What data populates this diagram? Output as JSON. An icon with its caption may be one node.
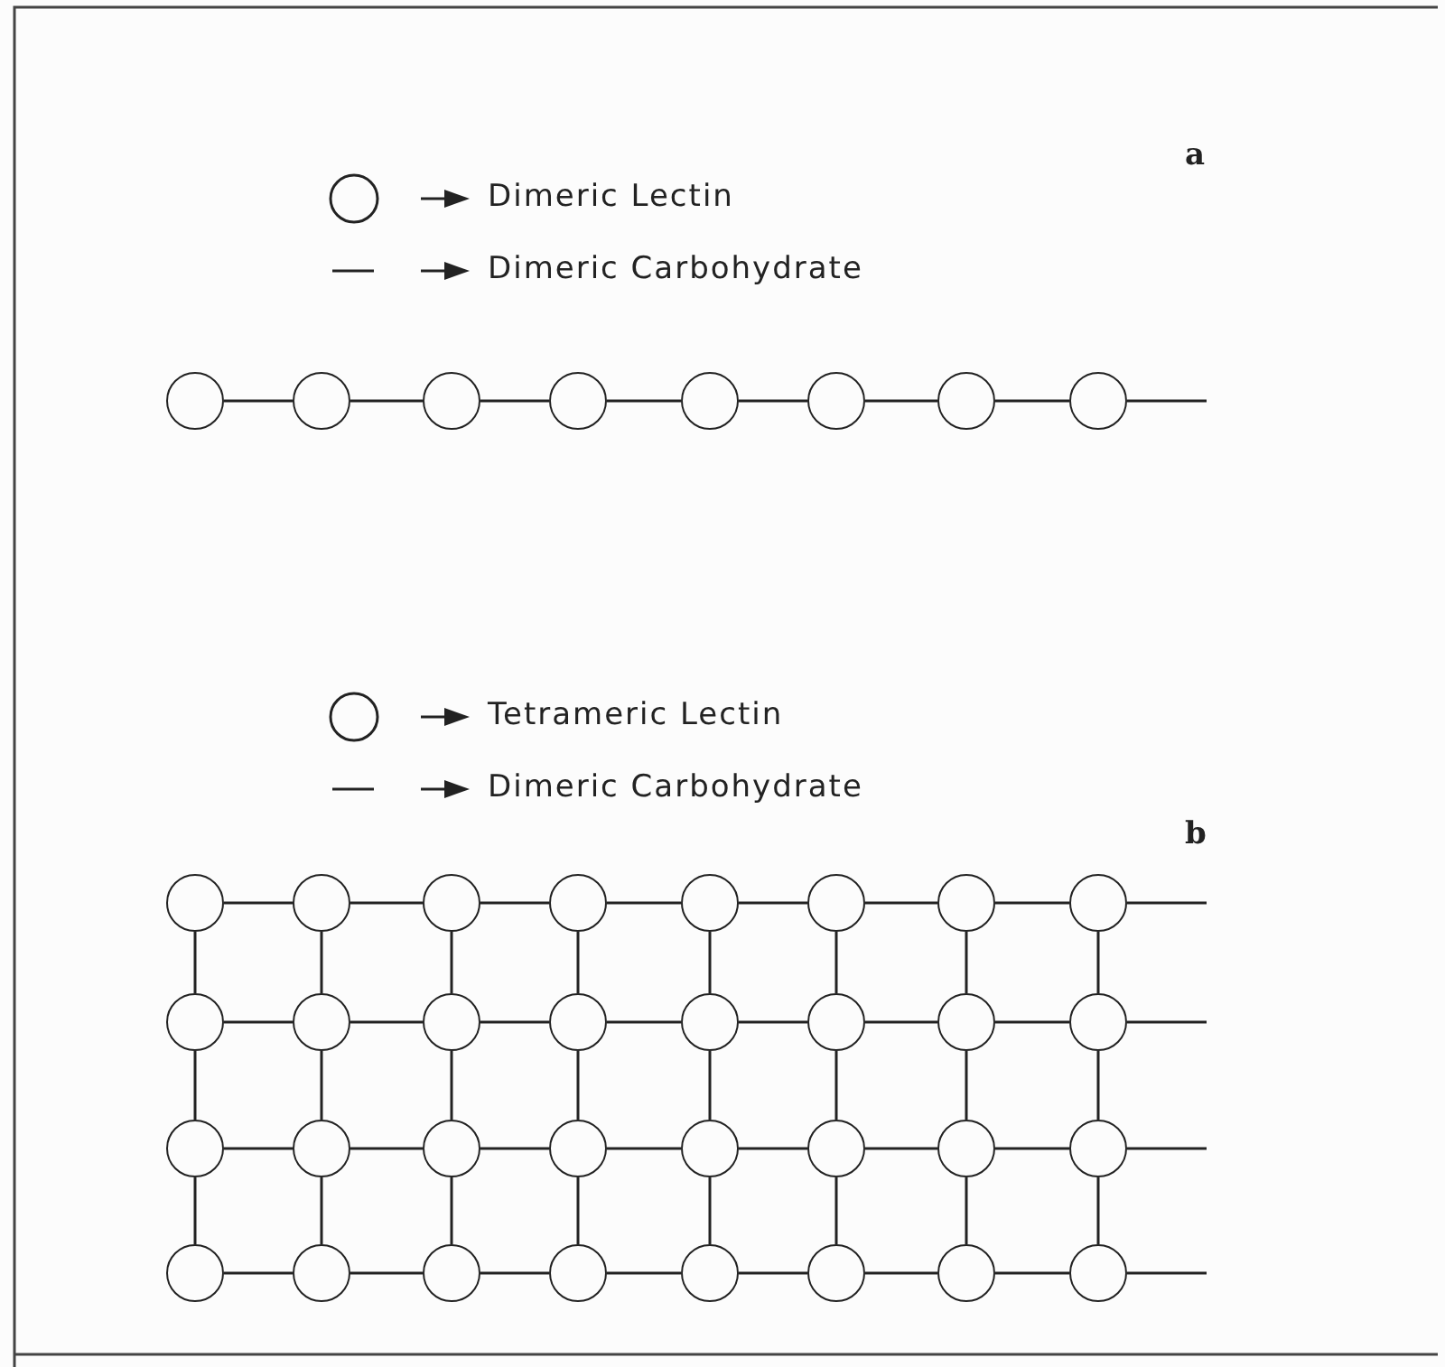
{
  "diagram": {
    "nodes": [
      {
        "text": [],
        "shape": "circle"
      },
      {
        "text": [],
        "shape": "circle"
      },
      {
        "text": [],
        "shape": "circle"
      },
      {
        "text": [],
        "shape": "circle"
      },
      {
        "text": [],
        "shape": "circle"
      },
      {
        "text": [],
        "shape": "circle"
      },
      {
        "text": [],
        "shape": "circle"
      },
      {
        "text": [],
        "shape": "circle"
      },
      {
        "text": [],
        "shape": "circle"
      },
      {
        "text": [],
        "shape": "circle"
      },
      {
        "text": [],
        "shape": "circle"
      },
      {
        "text": [],
        "shape": "circle"
      },
      {
        "text": [],
        "shape": "circle"
      },
      {
        "text": [],
        "shape": "circle"
      },
      {
        "text": [],
        "shape": "circle"
      },
      {
        "text": [],
        "shape": "circle"
      },
      {
        "text": [],
        "shape": "circle"
      },
      {
        "text": [],
        "shape": "circle"
      },
      {
        "text": [],
        "shape": "circle"
      },
      {
        "text": [],
        "shape": "circle"
      },
      {
        "text": [],
        "shape": "circle"
      },
      {
        "text": [],
        "shape": "circle"
      },
      {
        "text": [],
        "shape": "circle"
      },
      {
        "text": [],
        "shape": "circle"
      },
      {
        "text": [],
        "shape": "circle"
      },
      {
        "text": [],
        "shape": "circle"
      },
      {
        "text": [],
        "shape": "circle"
      },
      {
        "text": [],
        "shape": "circle"
      },
      {
        "text": [],
        "shape": "circle"
      },
      {
        "text": [],
        "shape": "circle"
      },
      {
        "text": [],
        "shape": "circle"
      },
      {
        "text": [],
        "shape": "circle"
      },
      {
        "text": [],
        "shape": "circle"
      },
      {
        "text": [],
        "shape": "circle"
      },
      {
        "text": [],
        "shape": "circle"
      },
      {
        "text": [],
        "shape": "circle"
      },
      {
        "text": [],
        "shape": "circle"
      },
      {
        "text": [],
        "shape": "circle"
      },
      {
        "text": [],
        "shape": "circle"
      },
      {
        "text": [],
        "shape": "circle"
      }
    ],
    "edges": [
      {
        "from": 0,
        "to": 1,
        "arrow": "none"
      },
      {
        "from": 1,
        "to": 2,
        "arrow": "none"
      },
      {
        "from": 2,
        "to": 3,
        "arrow": "none"
      },
      {
        "from": 3,
        "to": 4,
        "arrow": "none"
      },
      {
        "from": 4,
        "to": 5,
        "arrow": "none"
      },
      {
        "from": 5,
        "to": 6,
        "arrow": "none"
      },
      {
        "from": 6,
        "to": 7,
        "arrow": "none"
      },
      {
        "from": 7,
        "to": null,
        "arrow": "none"
      },
      {
        "from": 8,
        "to": 9,
        "arrow": "none"
      },
      {
        "from": 9,
        "to": 10,
        "arrow": "none"
      },
      {
        "from": 10,
        "to": 11,
        "arrow": "none"
      },
      {
        "from": 11,
        "to": 12,
        "arrow": "none"
      },
      {
        "from": 12,
        "to": 13,
        "arrow": "none"
      },
      {
        "from": 13,
        "to": 14,
        "arrow": "none"
      },
      {
        "from": 14,
        "to": 15,
        "arrow": "none"
      },
      {
        "from": 15,
        "to": null,
        "arrow": "none"
      },
      {
        "from": 16,
        "to": 17,
        "arrow": "none"
      },
      {
        "from": 17,
        "to": 18,
        "arrow": "none"
      },
      {
        "from": 18,
        "to": 19,
        "arrow": "none"
      },
      {
        "from": 19,
        "to": 20,
        "arrow": "none"
      },
      {
        "from": 20,
        "to": 21,
        "arrow": "none"
      },
      {
        "from": 21,
        "to": 22,
        "arrow": "none"
      },
      {
        "from": 22,
        "to": 23,
        "arrow": "none"
      },
      {
        "from": 23,
        "to": null,
        "arrow": "none"
      },
      {
        "from": 24,
        "to": 25,
        "arrow": "none"
      },
      {
        "from": 25,
        "to": 26,
        "arrow": "none"
      },
      {
        "from": 26,
        "to": 27,
        "arrow": "none"
      },
      {
        "from": 27,
        "to": 28,
        "arrow": "none"
      },
      {
        "from": 28,
        "to": 29,
        "arrow": "none"
      },
      {
        "from": 29,
        "to": 30,
        "arrow": "none"
      },
      {
        "from": 30,
        "to": 31,
        "arrow": "none"
      },
      {
        "from": 31,
        "to": null,
        "arrow": "none"
      },
      {
        "from": 32,
        "to": 33,
        "arrow": "none"
      },
      {
        "from": 33,
        "to": 34,
        "arrow": "none"
      },
      {
        "from": 34,
        "to": 35,
        "arrow": "none"
      },
      {
        "from": 35,
        "to": 36,
        "arrow": "none"
      },
      {
        "from": 36,
        "to": 37,
        "arrow": "none"
      },
      {
        "from": 37,
        "to": 38,
        "arrow": "none"
      },
      {
        "from": 38,
        "to": 39,
        "arrow": "none"
      },
      {
        "from": 39,
        "to": null,
        "arrow": "none"
      },
      {
        "from": 8,
        "to": 16,
        "arrow": "none"
      },
      {
        "from": 9,
        "to": 17,
        "arrow": "none"
      },
      {
        "from": 10,
        "to": 18,
        "arrow": "none"
      },
      {
        "from": 11,
        "to": 19,
        "arrow": "none"
      },
      {
        "from": 12,
        "to": 20,
        "arrow": "none"
      },
      {
        "from": 13,
        "to": 21,
        "arrow": "none"
      },
      {
        "from": 14,
        "to": 22,
        "arrow": "none"
      },
      {
        "from": 15,
        "to": 23,
        "arrow": "none"
      },
      {
        "from": 16,
        "to": 24,
        "arrow": "none"
      },
      {
        "from": 17,
        "to": 25,
        "arrow": "none"
      },
      {
        "from": 18,
        "to": 26,
        "arrow": "none"
      },
      {
        "from": 19,
        "to": 27,
        "arrow": "none"
      },
      {
        "from": 20,
        "to": 28,
        "arrow": "none"
      },
      {
        "from": 21,
        "to": 29,
        "arrow": "none"
      },
      {
        "from": 22,
        "to": 30,
        "arrow": "none"
      },
      {
        "from": 23,
        "to": 31,
        "arrow": "none"
      },
      {
        "from": 24,
        "to": 32,
        "arrow": "none"
      },
      {
        "from": 25,
        "to": 33,
        "arrow": "none"
      },
      {
        "from": 26,
        "to": 34,
        "arrow": "none"
      },
      {
        "from": 27,
        "to": 35,
        "arrow": "none"
      },
      {
        "from": 28,
        "to": 36,
        "arrow": "none"
      },
      {
        "from": 29,
        "to": 37,
        "arrow": "none"
      },
      {
        "from": 30,
        "to": 38,
        "arrow": "none"
      },
      {
        "from": 31,
        "to": 39,
        "arrow": "none"
      }
    ],
    "labels": [
      "a",
      "b"
    ],
    "legend": [
      {
        "text": "Dimeric Lectin"
      },
      {
        "text": "Dimeric Carbohydrate"
      },
      {
        "text": "Tetrameric Lectin"
      },
      {
        "text": "Dimeric Carbohydrate"
      }
    ]
  }
}
